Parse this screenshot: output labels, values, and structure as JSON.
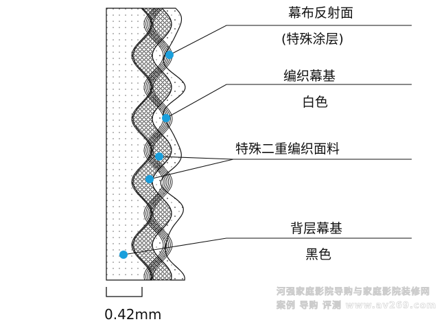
{
  "labels": {
    "reflective_surface": "幕布反射面",
    "special_coating": "(特殊涂层)",
    "woven_base": "编织幕基",
    "white": "白色",
    "double_woven_fabric": "特殊二重编织面料",
    "backing_base": "背层幕基",
    "black": "黑色"
  },
  "scale": "0.42mm",
  "watermark": {
    "line1": "河强家庭影院导购与家庭影院装修网",
    "line2": "案例 导购 评测 www.av269.com"
  },
  "colors": {
    "marker": "#1a9fdc",
    "line": "#111111"
  }
}
